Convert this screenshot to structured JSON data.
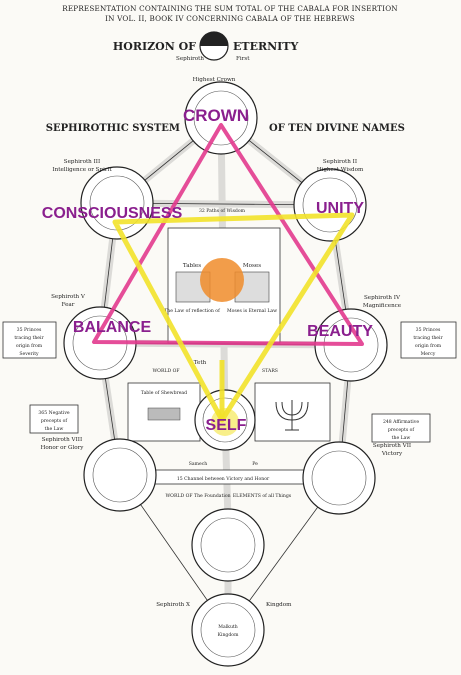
{
  "header": {
    "line1": "REPRESENTATION CONTAINING THE SUM TOTAL OF THE CABALA FOR INSERTION",
    "line2": "IN VOL. II, BOOK IV CONCERNING CABALA OF THE HEBREWS"
  },
  "horizon": {
    "left": "HORIZON OF",
    "right": "ETERNITY",
    "sub_left": "Sephiroth",
    "sub_right": "First",
    "highest_crown": "Highest Crown"
  },
  "system": {
    "left": "SEPHIROTHIC SYSTEM",
    "right": "OF TEN DIVINE NAMES"
  },
  "overlay_labels": {
    "crown": "CROWN",
    "consciousness": "CONSCIOUSNESS",
    "unity": "UNITY",
    "balance": "BALANCE",
    "beauty": "BEAUTY",
    "self": "SELF"
  },
  "colors": {
    "label_purple": "#8a1f8e",
    "pink_triangle": "#e23a8e",
    "yellow_triangle": "#f2e22a",
    "orange_center": "#f08c2a"
  },
  "sephiroth_captions": {
    "s3": [
      "Sephiroth III",
      "Intelligence or Spirit"
    ],
    "s2": [
      "Sephiroth II",
      "Highest Wisdom"
    ],
    "s5": [
      "Sephiroth V",
      "Fear"
    ],
    "s4": [
      "Sephiroth IV",
      "Magnificence"
    ],
    "s8": [
      "Sephiroth VIII",
      "Honor or Glory"
    ],
    "s7": [
      "Sephiroth VII",
      "Victory"
    ],
    "s10": "Sephiroth X",
    "kingdom": "Kingdom"
  },
  "side_boxes": {
    "left_top": [
      "35 Princes",
      "tracing their",
      "origin from",
      "Severity"
    ],
    "right_top": [
      "35 Princes",
      "tracing their",
      "origin from",
      "Mercy"
    ],
    "left_bottom": [
      "365 Negative",
      "precepts of",
      "the Law"
    ],
    "right_bottom": [
      "248 Affirmative",
      "precepts of",
      "the Law"
    ]
  },
  "center": {
    "tables": "Tables",
    "moses": "Moses",
    "law_left": "The Law of reflection of",
    "law_right": "Moses is Eternal Law",
    "teth": "Teth",
    "paths": "32 Paths of Wisdom",
    "table_shewbread": "Table of Shewbread",
    "world_left": "WORLD OF",
    "world_right": "STARS",
    "samech": "Samech",
    "pe": "Pe",
    "channel_between": "15 Channel between Victory and Honor",
    "world_foundation": "WORLD OF The Foundation",
    "elements": "ELEMENTS of all Things",
    "malkuth": "Malkuth",
    "kingdom_core": "Kingdom"
  }
}
